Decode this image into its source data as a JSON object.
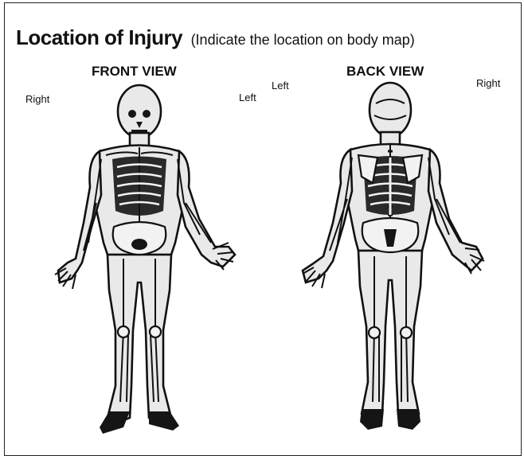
{
  "header": {
    "title": "Location of Injury",
    "subtitle": "(Indicate the location on body map)"
  },
  "front_view": {
    "title": "FRONT VIEW",
    "right_label": "Right",
    "left_label": "Left"
  },
  "back_view": {
    "title": "BACK VIEW",
    "left_label": "Left",
    "right_label": "Right"
  }
}
